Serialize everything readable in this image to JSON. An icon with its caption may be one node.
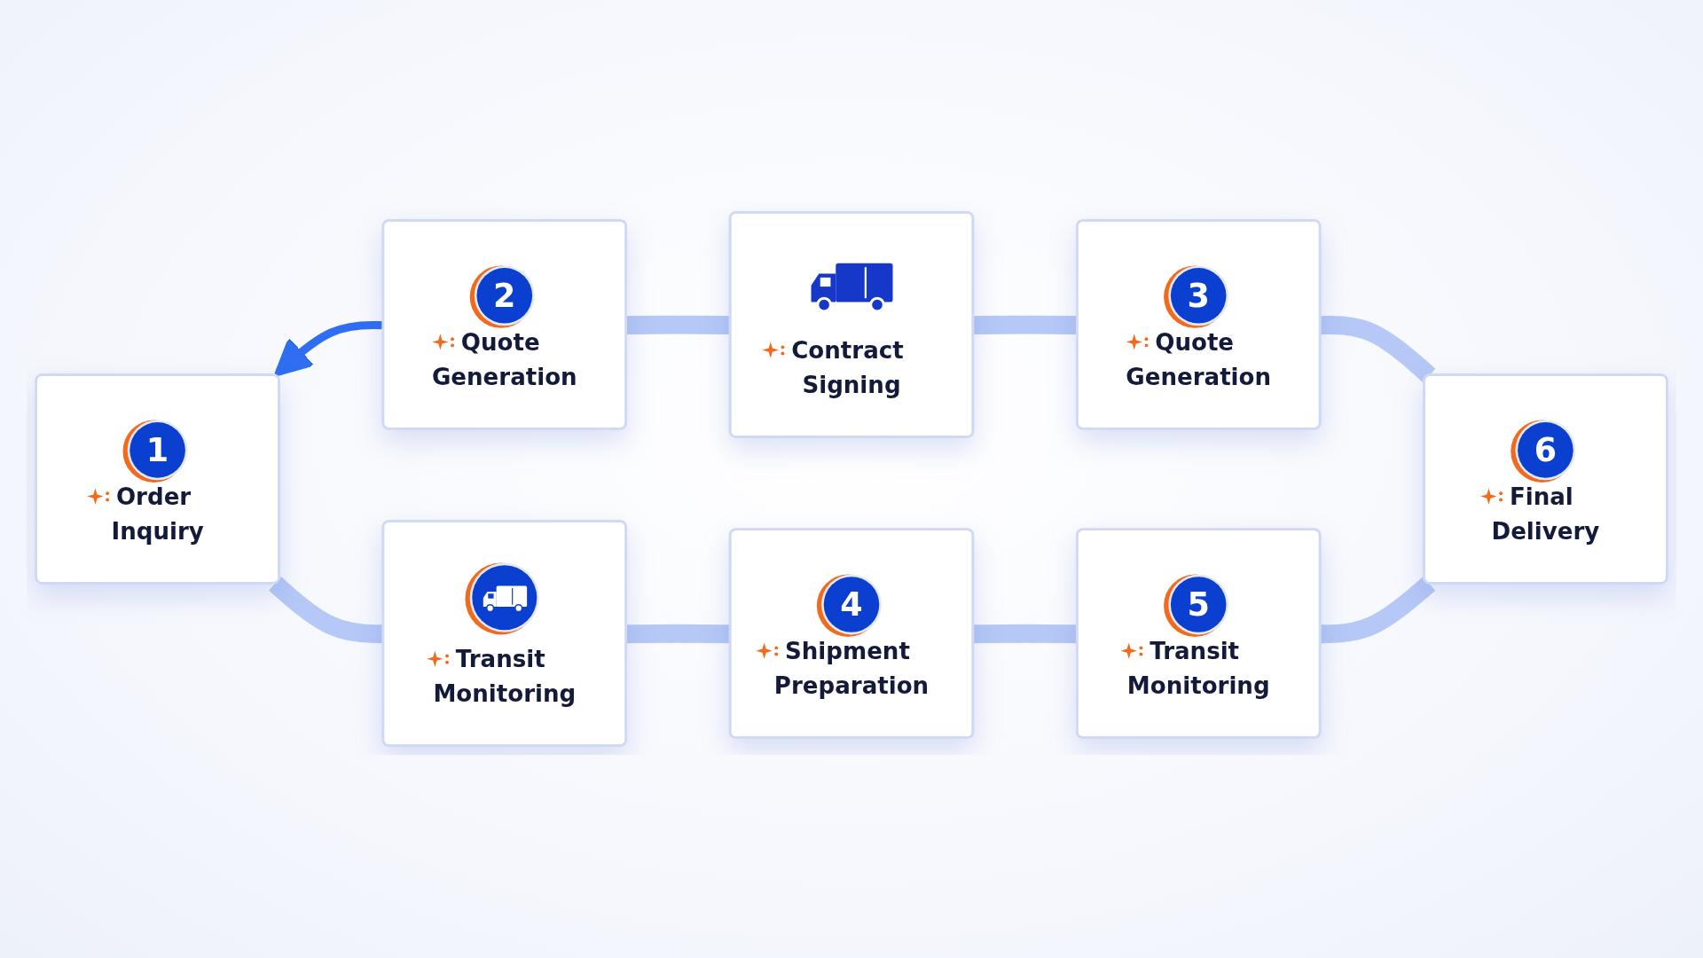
{
  "diagram": {
    "nodes": [
      {
        "text": [
          "1",
          "Order Inquiry"
        ]
      },
      {
        "text": [
          "2",
          "Quote Generation"
        ]
      },
      {
        "text": [
          "Contract Signing"
        ]
      },
      {
        "text": [
          "3",
          "Quote Generation"
        ]
      },
      {
        "text": [
          "6",
          "Final Delivery"
        ]
      },
      {
        "text": [
          "5",
          "Transit Monitoring"
        ]
      },
      {
        "text": [
          "4",
          "Shipment Preparation"
        ]
      },
      {
        "text": [
          "Transit Monitoring"
        ]
      }
    ],
    "edges": [
      {
        "from": 1,
        "to": 0,
        "arrow": "to",
        "color": "#2f6df2"
      },
      {
        "from": 7,
        "to": 0,
        "arrow": "none"
      },
      {
        "from": 6,
        "to": 7,
        "arrow": "none"
      },
      {
        "from": 5,
        "to": 6,
        "arrow": "none"
      },
      {
        "from": 4,
        "to": 5,
        "arrow": "none"
      },
      {
        "from": 4,
        "to": 3,
        "arrow": "none"
      },
      {
        "from": 3,
        "to": 2,
        "arrow": "none"
      },
      {
        "from": 2,
        "to": 1,
        "arrow": "none"
      }
    ]
  }
}
